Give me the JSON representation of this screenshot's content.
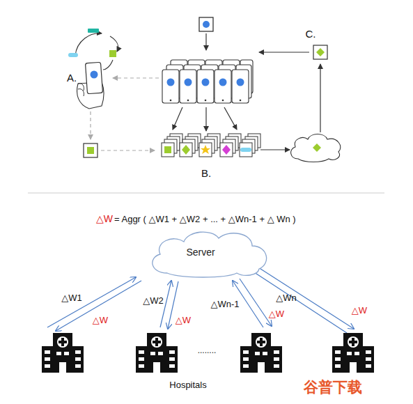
{
  "diagram": {
    "nodes": [
      {
        "text": [
          "Server"
        ]
      }
    ],
    "labels": [
      "A.",
      "B.",
      "C.",
      "△W",
      "= Aggr ( △W1 + △W2 + ... + △Wn-1 + △ Wn )",
      "△W1",
      "△W",
      "△W2",
      "△W",
      "........",
      "△Wn-1",
      "△W",
      "△Wn",
      "△W",
      "Hospitals",
      "谷普下载"
    ]
  }
}
